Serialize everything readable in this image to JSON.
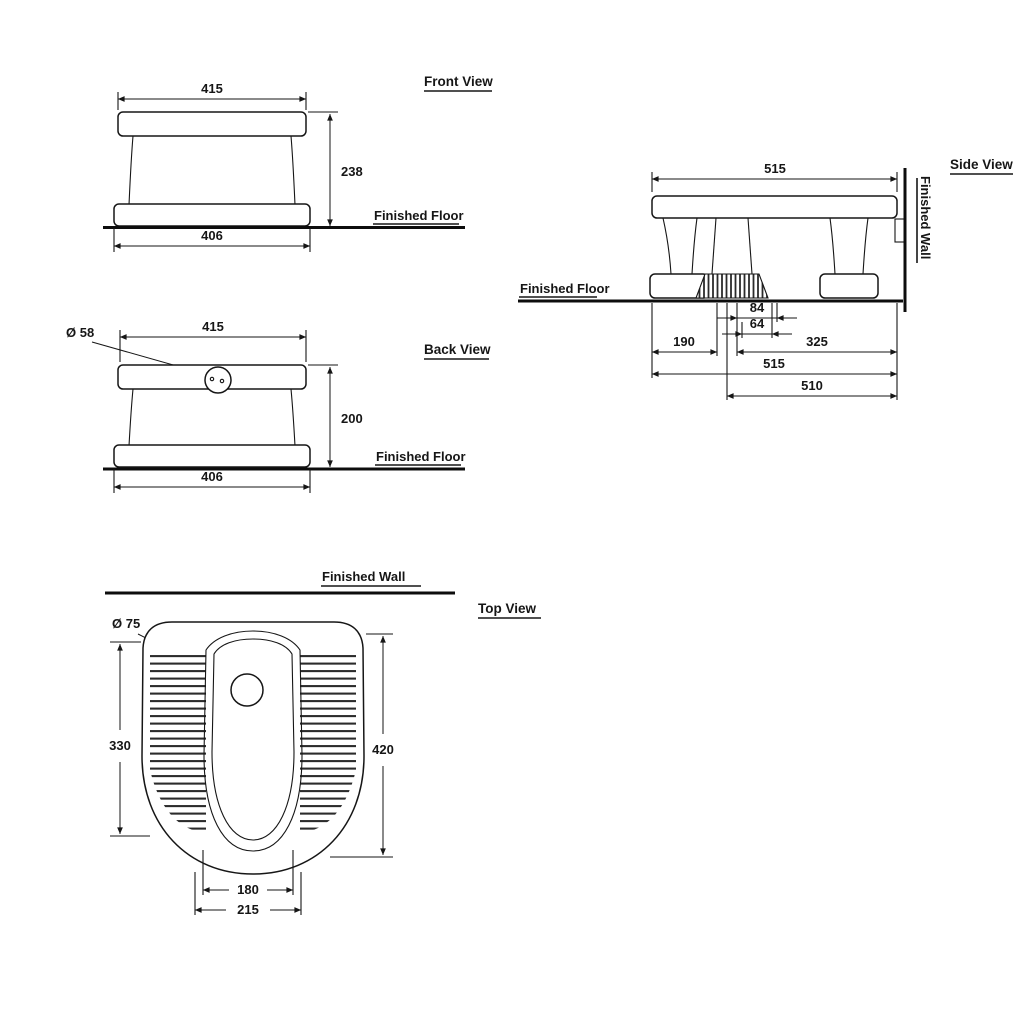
{
  "views": {
    "front": {
      "title": "Front View",
      "top_width": "415",
      "height": "238",
      "bottom_width": "406",
      "floor_label": "Finished Floor"
    },
    "back": {
      "title": "Back View",
      "outlet_diameter": "Ø 58",
      "top_width": "415",
      "height": "200",
      "bottom_width": "406",
      "floor_label": "Finished Floor"
    },
    "side": {
      "title": "Side View",
      "top_width": "515",
      "trap_outer": "84",
      "trap_inner": "64",
      "front_to_trap": "190",
      "trap_to_back": "325",
      "total_depth": "515",
      "trap_to_wall": "510",
      "floor_label": "Finished Floor",
      "wall_label": "Finished Wall"
    },
    "top": {
      "title": "Top View",
      "wall_label": "Finished Wall",
      "drain_diameter": "Ø 75",
      "left_depth": "330",
      "overall_depth": "420",
      "inner_width": "180",
      "outer_width": "215"
    }
  }
}
